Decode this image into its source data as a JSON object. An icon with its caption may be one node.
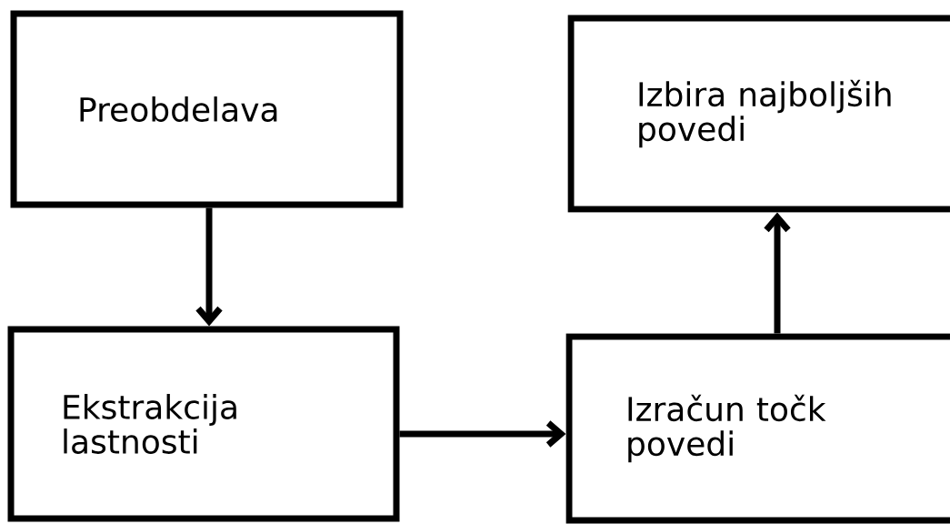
{
  "diagram": {
    "nodes": [
      {
        "text": [
          "Preobdelava"
        ]
      },
      {
        "text": [
          "Ekstrakcija lastnosti"
        ]
      },
      {
        "text": [
          "Izbira najboljših povedi"
        ]
      },
      {
        "text": [
          "Izračun točk povedi"
        ]
      }
    ],
    "edges": [
      {
        "from": 0,
        "to": 1,
        "arrow": "to"
      },
      {
        "from": 1,
        "to": 3,
        "arrow": "to"
      },
      {
        "from": 3,
        "to": 2,
        "arrow": "to"
      }
    ]
  }
}
